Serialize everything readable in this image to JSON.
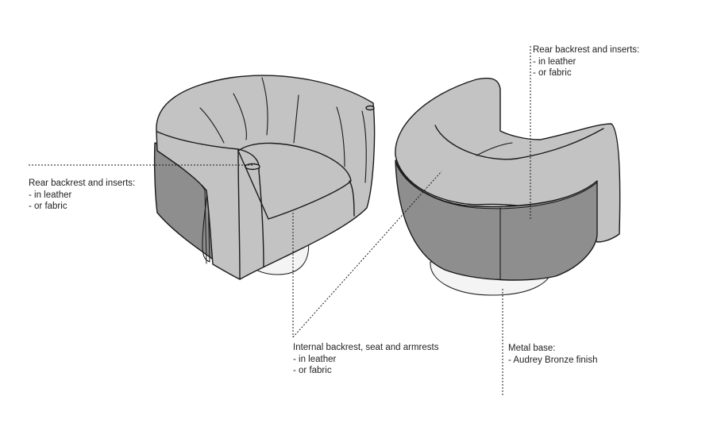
{
  "annotations": {
    "left_rear": {
      "title": "Rear backrest and inserts:",
      "line1": "- in leather",
      "line2": "- or fabric"
    },
    "right_rear": {
      "title": "Rear backrest and inserts:",
      "line1": "- in leather",
      "line2": "- or fabric"
    },
    "internal": {
      "title": "Internal backrest, seat and armrests",
      "line1": "- in leather",
      "line2": "- or fabric"
    },
    "base": {
      "title": "Metal base:",
      "line1": "- Audrey Bronze finish"
    }
  },
  "colors": {
    "upholstery_light": "#c3c3c3",
    "upholstery_dark": "#8e8e8e",
    "outline": "#1a1a1a",
    "base": "#f4f4f4"
  }
}
